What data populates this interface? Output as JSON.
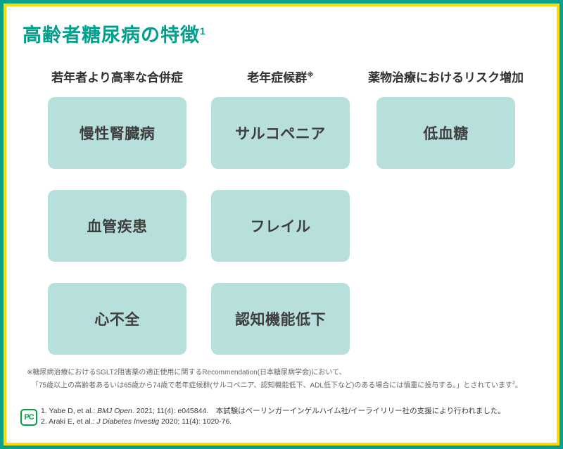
{
  "page": {
    "title": "高齢者糖尿病の特徴",
    "title_superscript": "1"
  },
  "colors": {
    "border_outer_teal": "#0aa08e",
    "border_inner_yellow": "#ffd900",
    "title_teal": "#00a08e",
    "box_fill": "#b7dfdb",
    "box_text": "#3f3f3f",
    "logo_green": "#00a33f"
  },
  "columns": [
    {
      "header": "若年者より高率な合併症",
      "header_superscript": "",
      "boxes": [
        "慢性腎臓病",
        "血管疾患",
        "心不全"
      ]
    },
    {
      "header": "老年症候群",
      "header_superscript": "※",
      "boxes": [
        "サルコペニア",
        "フレイル",
        "認知機能低下"
      ]
    },
    {
      "header": "薬物治療におけるリスク増加",
      "header_superscript": "",
      "boxes": [
        "低血糖"
      ]
    }
  ],
  "footnote": {
    "line1": "※糖尿病治療におけるSGLT2阻害薬の適正使用に関するRecommendation(日本糖尿病学会)において、",
    "line2_main": "「75歳以上の高齢者あるいは65歳から74歳で老年症候群(サルコペニア、認知機能低下、ADL低下など)のある場合には慎重に投与する。」とされています",
    "line2_superscript": "2",
    "line2_tail": "。"
  },
  "references": {
    "logo_text": "PC",
    "items": [
      {
        "prefix": "1. Yabe D, et al.: ",
        "journal": "BMJ Open",
        "rest": ". 2021; 11(4): e045844.　本試験はベーリンガーインゲルハイム社/イーライリリー社の支援により行われました。"
      },
      {
        "prefix": "2. Araki E, et al.: ",
        "journal": "J Diabetes Investig",
        "rest": " 2020; 11(4): 1020-76."
      }
    ]
  }
}
